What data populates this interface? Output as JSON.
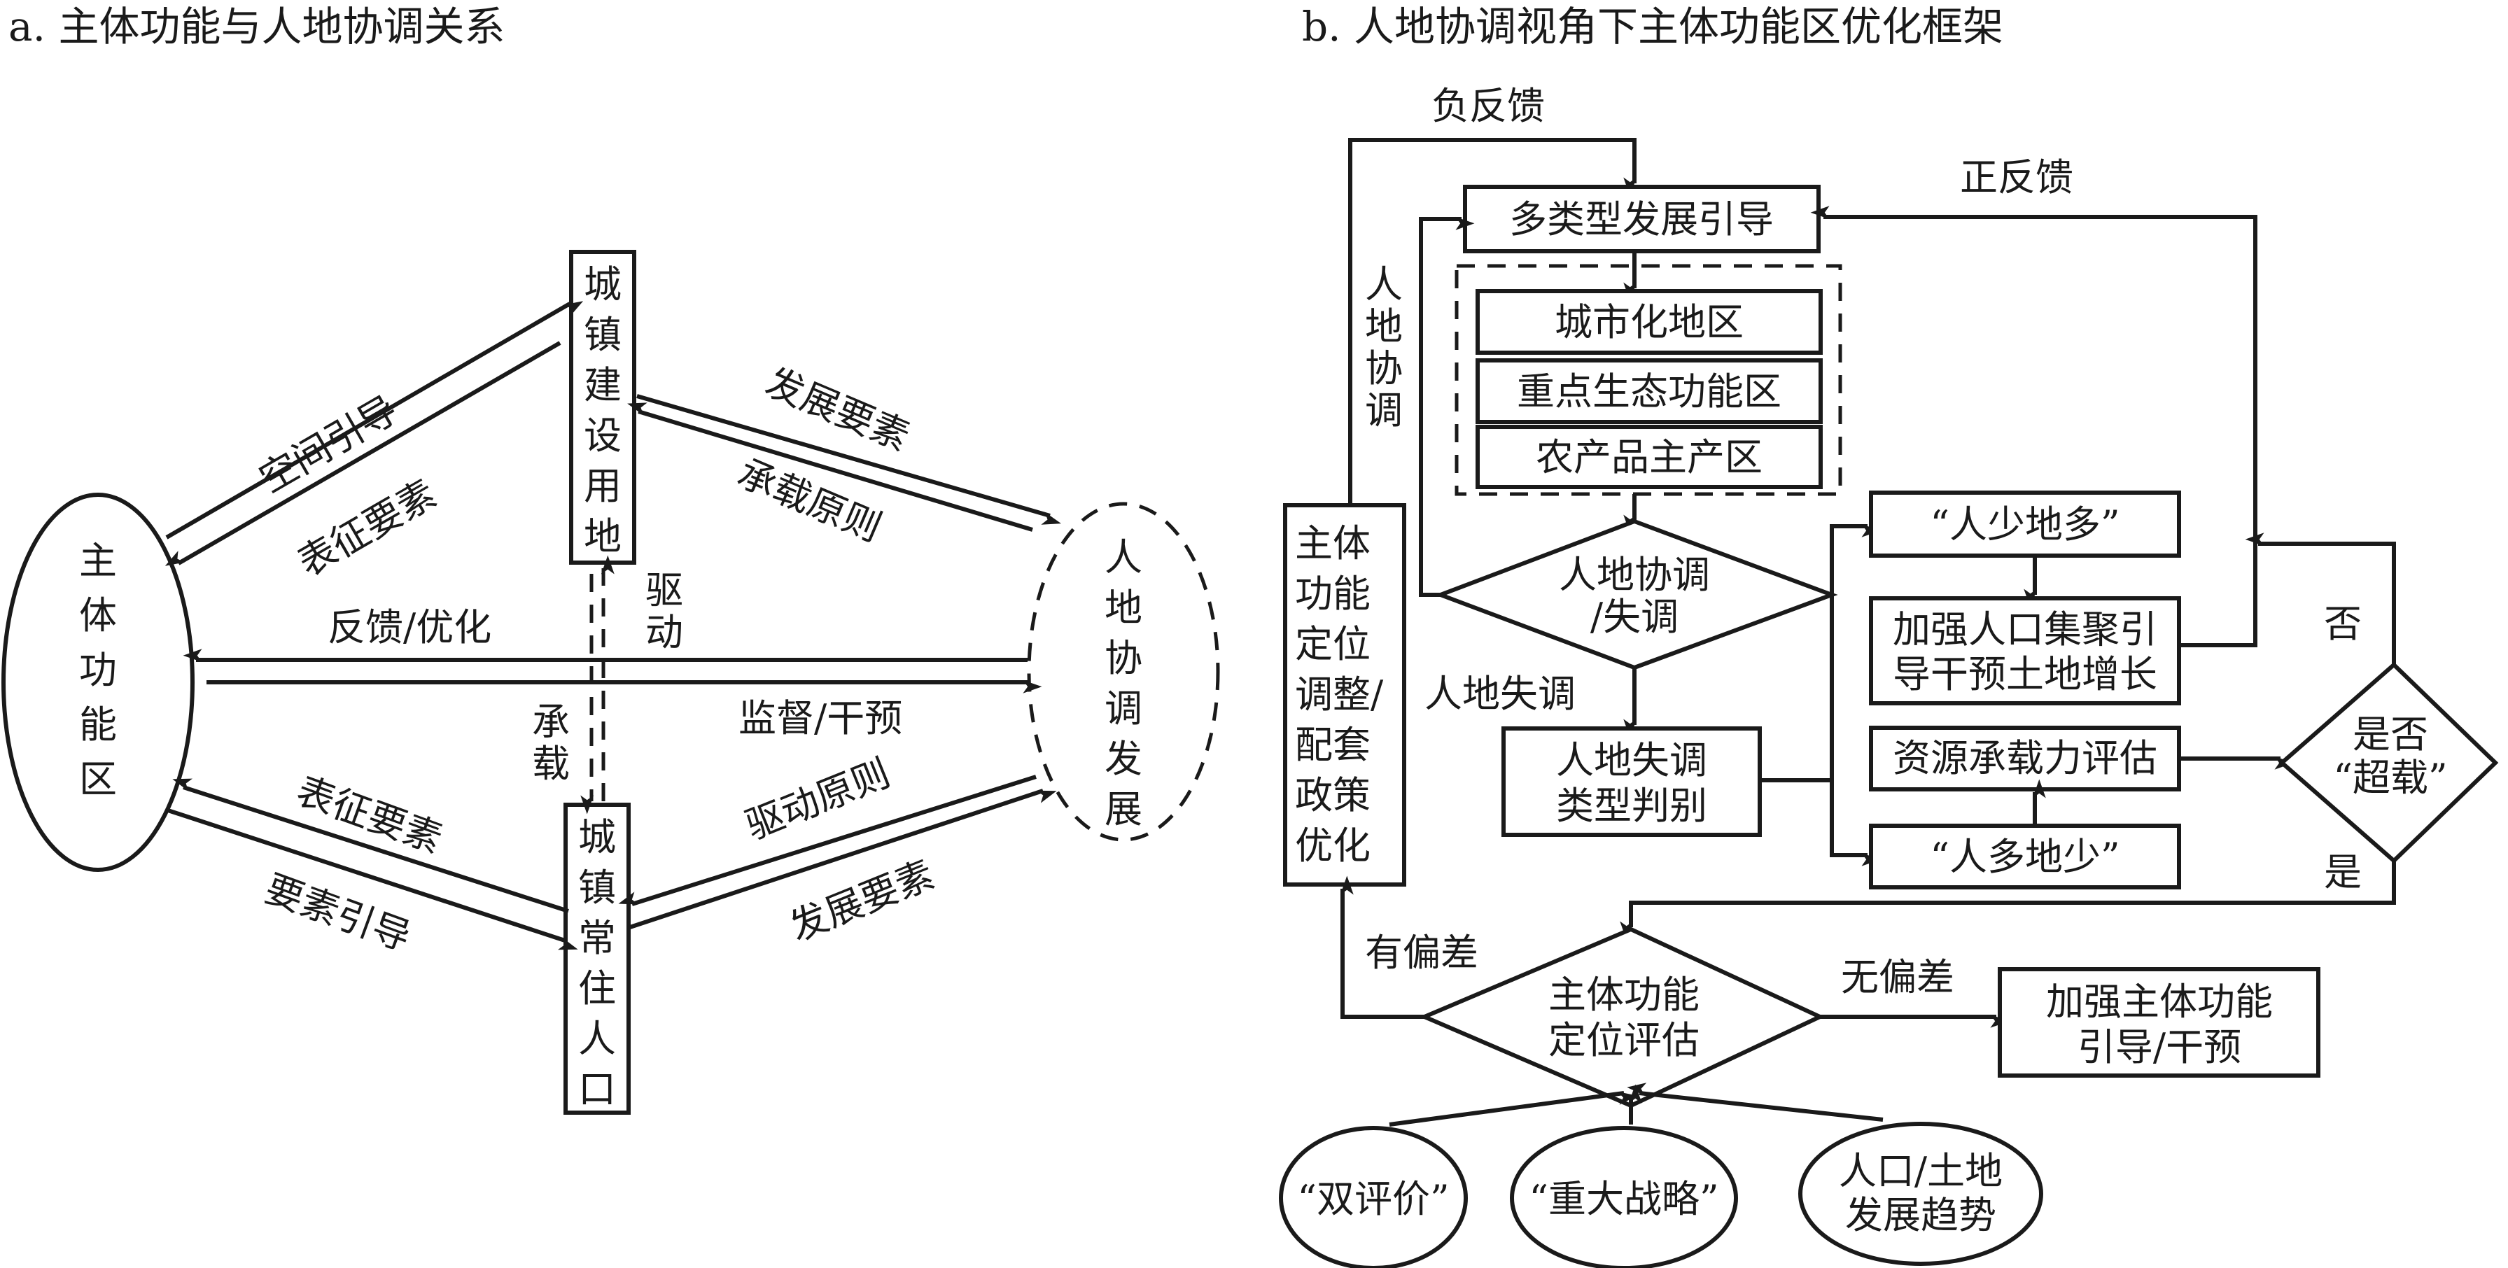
{
  "panel_a": {
    "title": "a. 主体功能与人地协调关系",
    "nodes": {
      "main_zone": "主体功能区",
      "urban_land": "城镇建设用地",
      "urban_pop": "城镇常住人口",
      "harmony": "人地协调发展"
    },
    "edges": {
      "space_guide": "空间引导",
      "repr_elem_top": "表征要素",
      "dev_elem_top": "发展要素",
      "bearing_principle": "承载原则",
      "drive": "驱动",
      "bear": "承载",
      "feedback": "反馈/优化",
      "supervise": "监督/干预",
      "repr_elem_bottom": "表征要素",
      "elem_guide": "要素引导",
      "drive_principle": "驱动原则",
      "dev_elem_bottom": "发展要素"
    }
  },
  "panel_b": {
    "title": "b. 人地协调视角下主体功能区优化框架",
    "labels": {
      "neg_feedback": "负反馈",
      "pos_feedback": "正反馈",
      "harmony_side": "人地协调",
      "imbalance": "人地失调",
      "no": "否",
      "yes": "是",
      "has_bias": "有偏差",
      "no_bias": "无偏差"
    },
    "nodes": {
      "multi_guide": "多类型发展引导",
      "zone_types": [
        "城市化地区",
        "重点生态功能区",
        "农产品主产区"
      ],
      "decision_harmony": [
        "人地协调",
        "/失调"
      ],
      "imbalance_type": [
        "人地失调",
        "类型判别"
      ],
      "adjust": [
        "主体",
        "功能",
        "定位",
        "调整/",
        "配套",
        "政策",
        "优化"
      ],
      "few_people": "“人少地多”",
      "strengthen_pop": [
        "加强人口集聚引",
        "导干预土地增长"
      ],
      "resource_eval": "资源承载力评估",
      "many_people": "“人多地少”",
      "overload": [
        "是否",
        "“超载”"
      ],
      "position_eval": [
        "主体功能",
        "定位评估"
      ],
      "strengthen_main": [
        "加强主体功能",
        "引导/干预"
      ],
      "double_eval": "“双评价”",
      "major_strategy": "“重大战略”",
      "trend": [
        "人口/土地",
        "发展趋势"
      ]
    }
  }
}
